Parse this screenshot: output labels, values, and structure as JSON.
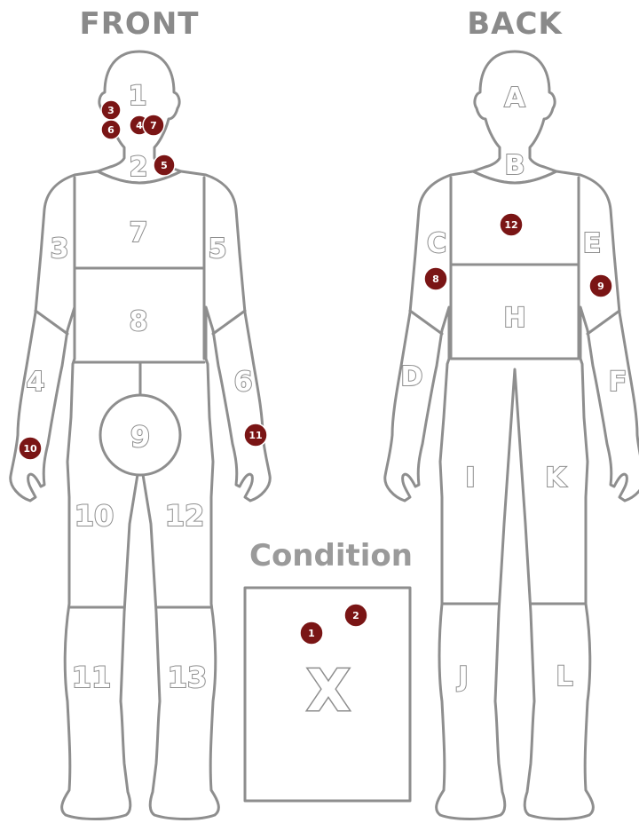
{
  "headers": {
    "front": "FRONT",
    "back": "BACK",
    "condition": "Condition"
  },
  "colors": {
    "outline": "#8e8e8e",
    "marker": "#7a1515",
    "header": "#8a8a8a"
  },
  "front_zones": [
    "1",
    "2",
    "3",
    "4",
    "5",
    "6",
    "7",
    "8",
    "9",
    "10",
    "11",
    "12",
    "13"
  ],
  "back_zones": [
    "A",
    "B",
    "C",
    "D",
    "E",
    "F",
    "H",
    "I",
    "J",
    "K",
    "L"
  ],
  "condition_zone": "X",
  "markers": {
    "front": [
      "3",
      "6",
      "4",
      "7",
      "5",
      "10",
      "11"
    ],
    "back": [
      "12",
      "8",
      "9"
    ],
    "condition": [
      "1",
      "2"
    ]
  }
}
